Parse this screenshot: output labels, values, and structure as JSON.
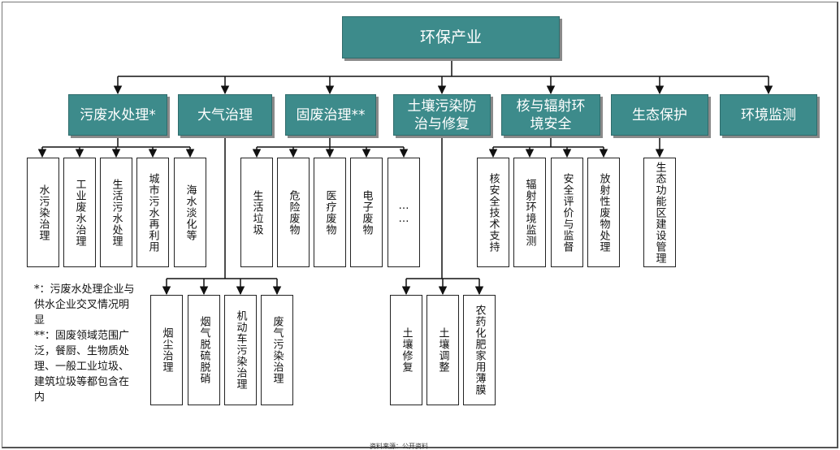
{
  "root": {
    "label": "环保产业"
  },
  "categories": [
    {
      "label": "污废水处理*",
      "items": [
        "水污染治理",
        "工业废水治理",
        "生活污水处理",
        "城市污水再利用",
        "海水淡化等"
      ]
    },
    {
      "label": "大气治理",
      "items": [
        "烟尘治理",
        "烟气脱硫脱硝",
        "机动车污染治理",
        "废气污染治理"
      ]
    },
    {
      "label": "固废治理**",
      "items": [
        "生活垃圾",
        "危险废物",
        "医疗废物",
        "电子废物",
        "……"
      ]
    },
    {
      "label": "土壤污染防治与修复",
      "items": [
        "土壤修复",
        "土壤调整",
        "农药化肥家用薄膜"
      ]
    },
    {
      "label": "核与辐射环境安全",
      "items": [
        "核安全技术支持",
        "辐射环境监测",
        "安全评价与监督",
        "放射性废物处理"
      ]
    },
    {
      "label": "生态保护",
      "items": [
        "生态功能区建设管理"
      ]
    },
    {
      "label": "环境监测",
      "items": []
    }
  ],
  "notes": [
    "*：污废水处理企业与供水企业交叉情况明显",
    "**：固废领域范围广泛，餐厨、生物质处理、一般工业垃圾、建筑垃圾等都包含在内"
  ],
  "footer": "资料来源：公开资料"
}
